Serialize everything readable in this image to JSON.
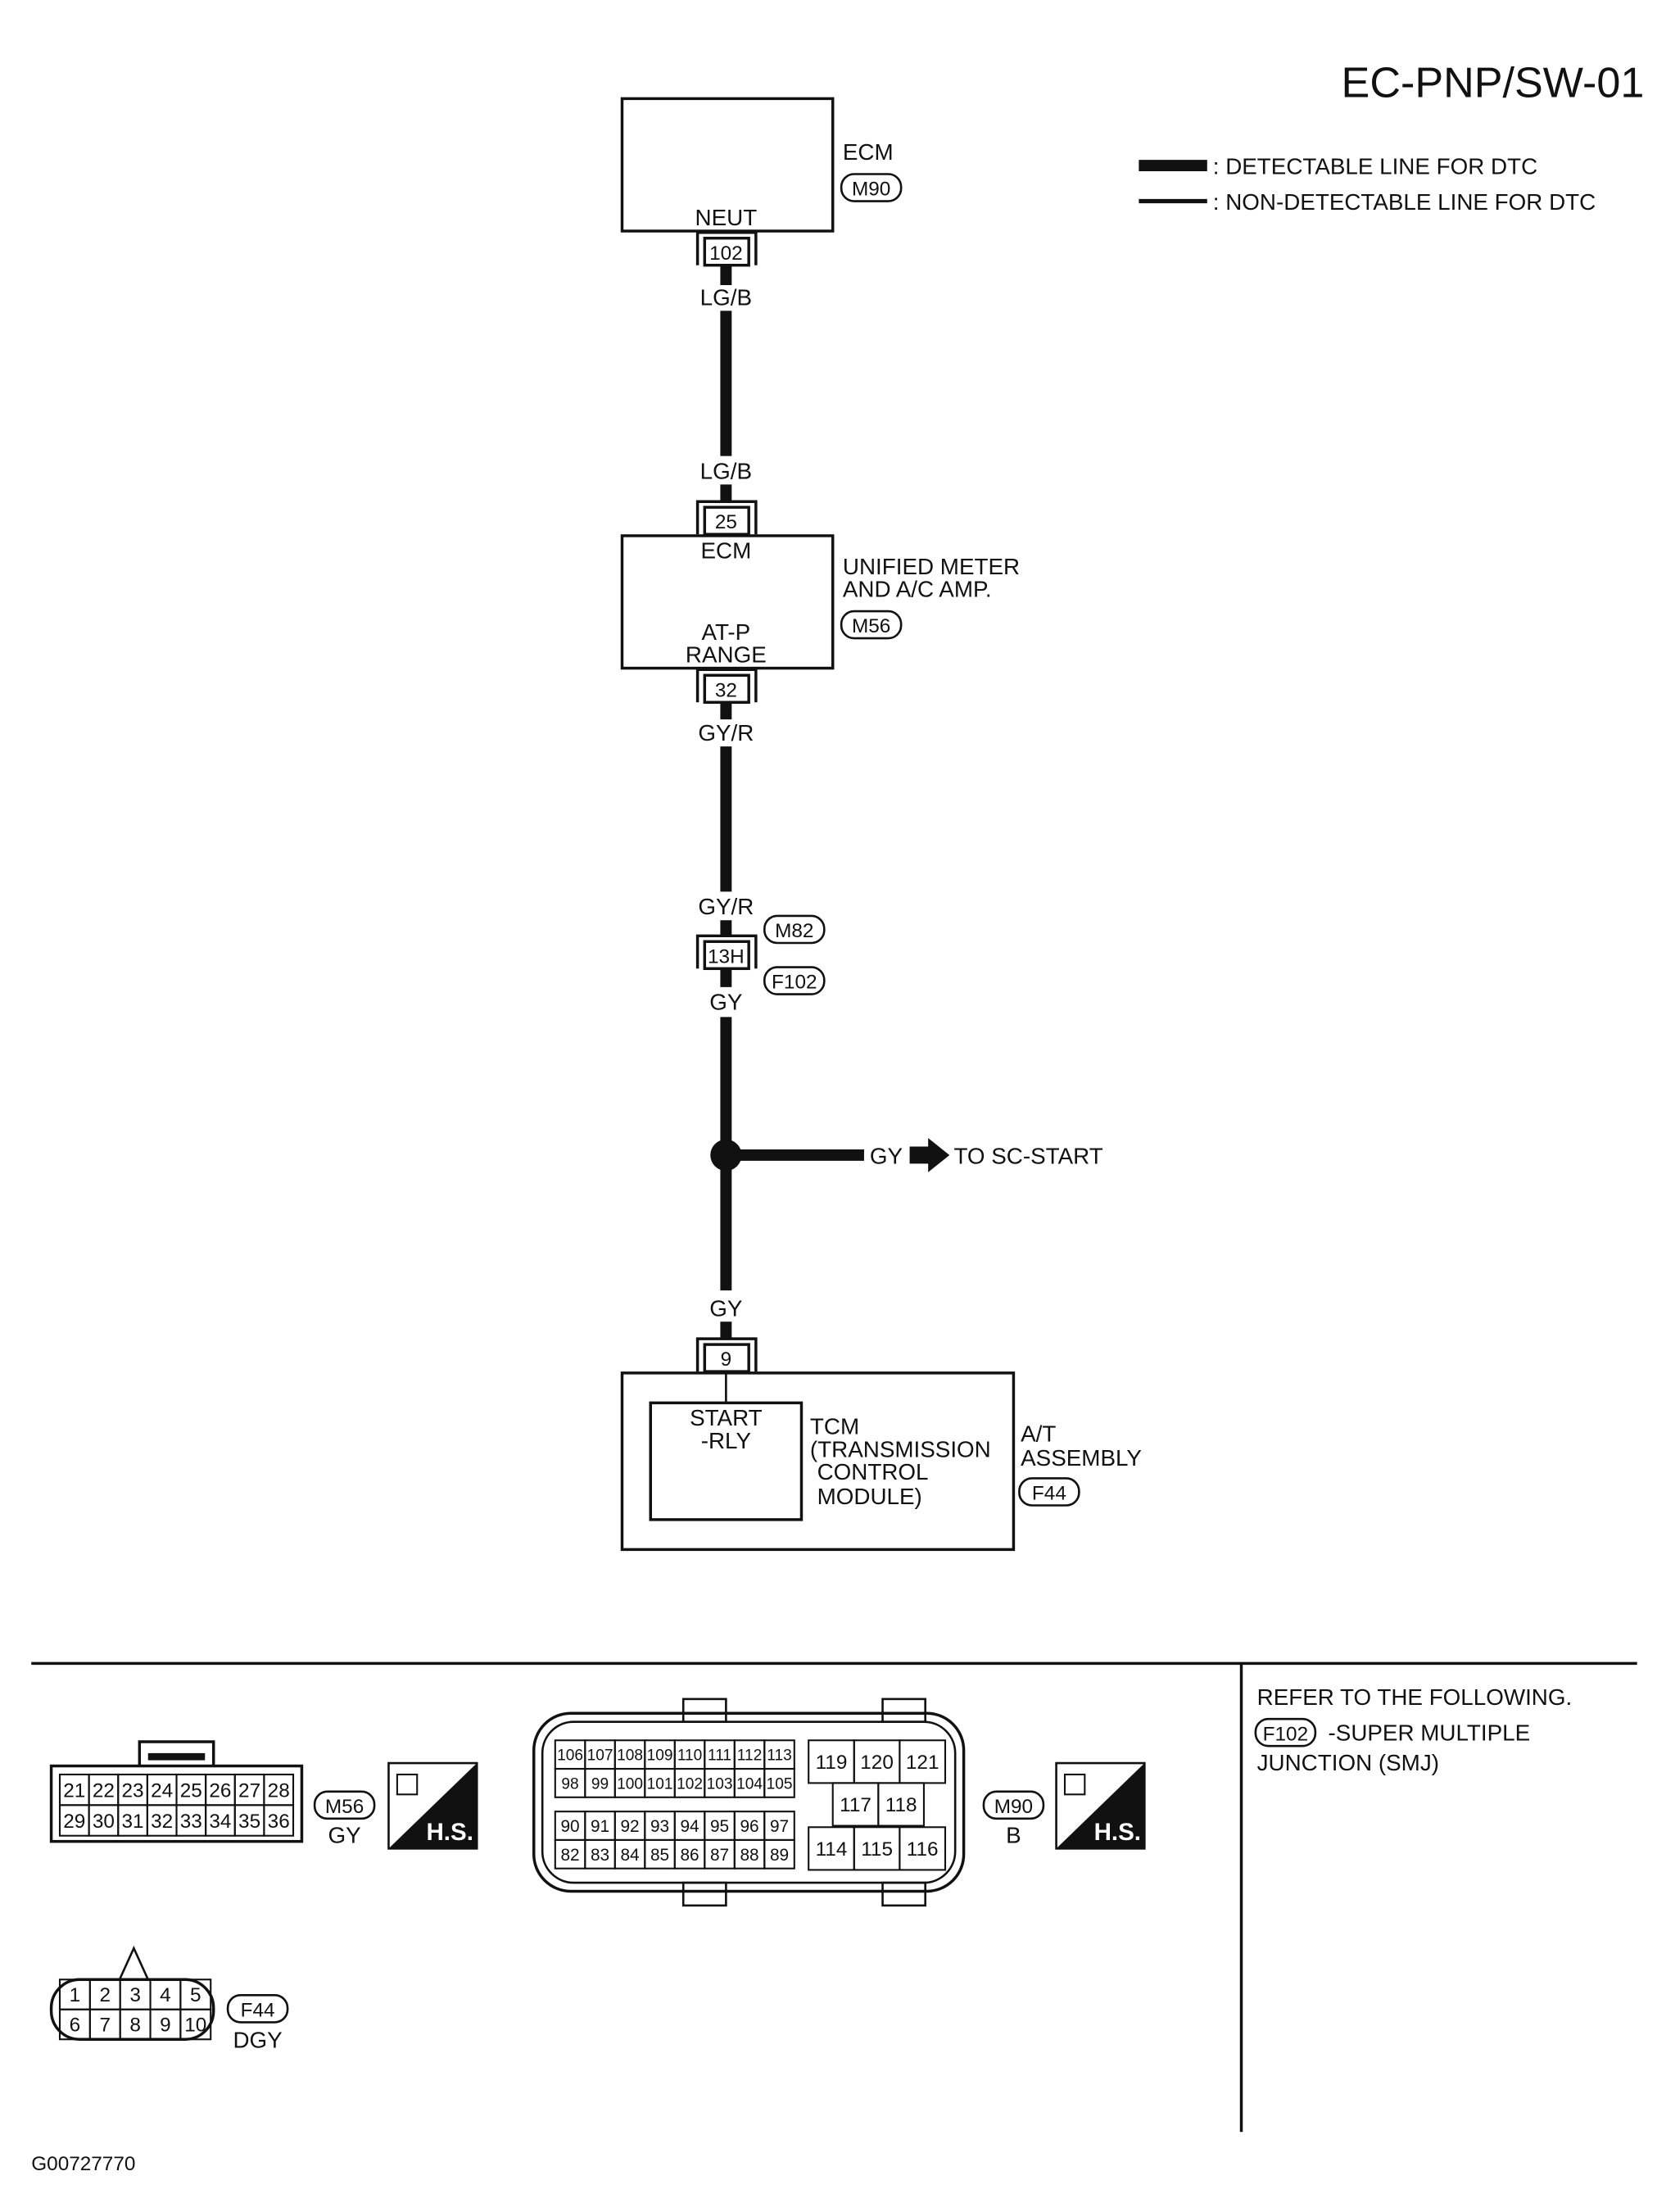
{
  "title": "EC-PNP/SW-01",
  "legend": {
    "detectable": ": DETECTABLE LINE FOR DTC",
    "non_detectable": ": NON-DETECTABLE LINE FOR DTC"
  },
  "ecm": {
    "name": "ECM",
    "connector": "M90",
    "terminal_label": "NEUT",
    "terminal": "102"
  },
  "wire1": {
    "top": "LG/B",
    "bottom": "LG/B"
  },
  "meter": {
    "name_line1": "UNIFIED METER",
    "name_line2": "AND A/C AMP.",
    "connector": "M56",
    "top_label": "ECM",
    "top_terminal": "25",
    "bottom_label1": "AT-P",
    "bottom_label2": "RANGE",
    "bottom_terminal": "32"
  },
  "wire2": {
    "top": "GY/R",
    "bottom": "GY/R"
  },
  "joint": {
    "terminal": "13H",
    "connector_top": "M82",
    "connector_bottom": "F102",
    "below": "GY"
  },
  "branch": {
    "color": "GY",
    "destination": "TO SC-START"
  },
  "wire3": {
    "bottom": "GY"
  },
  "tcm": {
    "terminal": "9",
    "inner1": "START",
    "inner2": "-RLY",
    "name1": "TCM",
    "name2": "(TRANSMISSION",
    "name3": "CONTROL",
    "name4": "MODULE)",
    "assy1": "A/T",
    "assy2": "ASSEMBLY",
    "connector": "F44"
  },
  "connectors": {
    "m56": {
      "id": "M56",
      "color": "GY",
      "rows": [
        [
          "21",
          "22",
          "23",
          "24",
          "25",
          "26",
          "27",
          "28"
        ],
        [
          "29",
          "30",
          "31",
          "32",
          "33",
          "34",
          "35",
          "36"
        ]
      ],
      "badge": "H.S."
    },
    "m90": {
      "id": "M90",
      "color": "B",
      "badge": "H.S.",
      "left_top": [
        [
          "106",
          "107",
          "108",
          "109",
          "110",
          "111",
          "112",
          "113"
        ],
        [
          "98",
          "99",
          "100",
          "101",
          "102",
          "103",
          "104",
          "105"
        ]
      ],
      "left_bottom": [
        [
          "90",
          "91",
          "92",
          "93",
          "94",
          "95",
          "96",
          "97"
        ],
        [
          "82",
          "83",
          "84",
          "85",
          "86",
          "87",
          "88",
          "89"
        ]
      ],
      "right_top": [
        "119",
        "120",
        "121"
      ],
      "right_mid": [
        "117",
        "118"
      ],
      "right_bottom": [
        "114",
        "115",
        "116"
      ]
    },
    "f44": {
      "id": "F44",
      "color": "DGY",
      "rows": [
        [
          "1",
          "2",
          "3",
          "4",
          "5"
        ],
        [
          "6",
          "7",
          "8",
          "9",
          "10"
        ]
      ]
    }
  },
  "note": {
    "line1": "REFER TO THE FOLLOWING.",
    "connector": "F102",
    "line2": "-SUPER MULTIPLE",
    "line3": "JUNCTION (SMJ)"
  },
  "figure_id": "G00727770"
}
